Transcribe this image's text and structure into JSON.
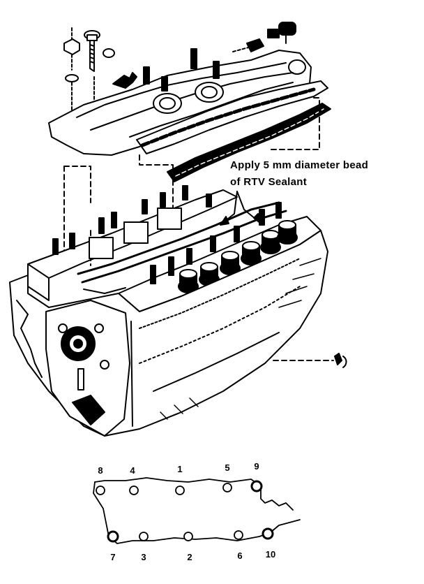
{
  "callout": {
    "line1": "Apply 5 mm diameter bead",
    "line2": "of RTV Sealant"
  },
  "torque_sequence": {
    "top_row": [
      "8",
      "4",
      "1",
      "5",
      "9"
    ],
    "bottom_row": [
      "7",
      "3",
      "2",
      "6",
      "10"
    ]
  }
}
